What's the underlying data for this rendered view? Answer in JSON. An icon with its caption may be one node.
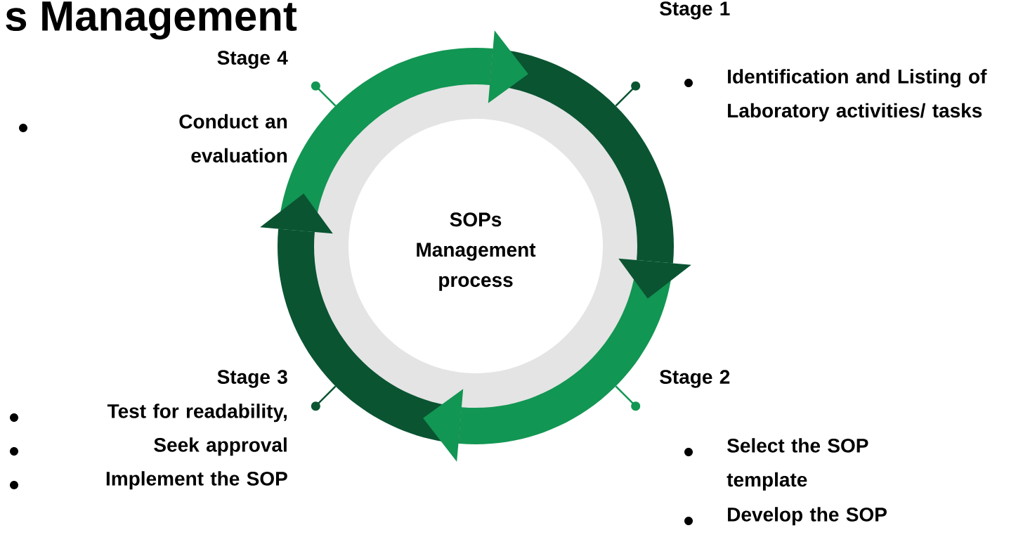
{
  "diagram": {
    "title": "s Management",
    "nodes": [
      {
        "text": [
          "SOPs Management process"
        ]
      }
    ],
    "labels": [
      "Stage 1",
      "Stage 4",
      "Identification and Listing of Laboratory activities/ tasks",
      "Conduct an evaluation",
      "Stage 3",
      "Stage 2",
      "Test for readability,",
      "Seek approval",
      "Select the SOP template",
      "Implement the SOP",
      "Develop the SOP"
    ]
  }
}
